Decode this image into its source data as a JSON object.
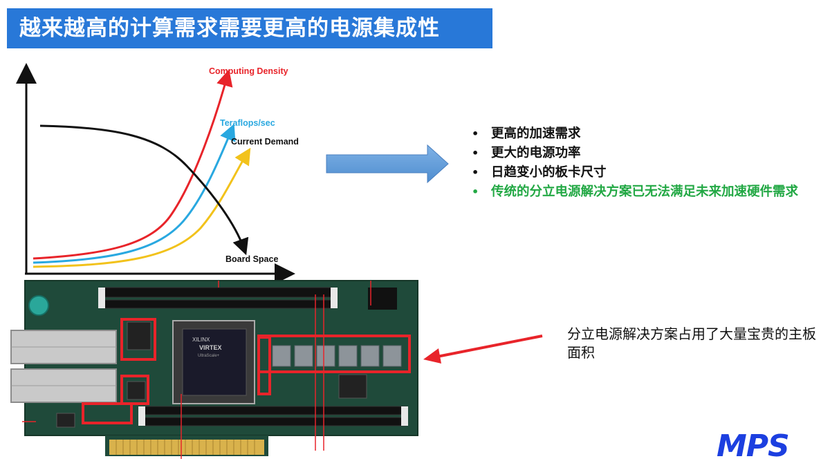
{
  "slide": {
    "title": "越来越高的计算需求需要更高的电源集成性"
  },
  "diagram": {
    "curves": [
      {
        "label": "Computing Density",
        "color": "#e8242a"
      },
      {
        "label": "Teraflops/sec",
        "color": "#29a8e0"
      },
      {
        "label": "Current Demand",
        "color": "#f2c21b"
      },
      {
        "label": "Board Space",
        "color": "#111111"
      }
    ]
  },
  "bullets": [
    {
      "marker": "•",
      "text": "更高的加速需求",
      "color": "#111111"
    },
    {
      "marker": "•",
      "text": "更大的电源功率",
      "color": "#111111"
    },
    {
      "marker": "•",
      "text": "日趋变小的板卡尺寸",
      "color": "#111111"
    },
    {
      "marker": "•",
      "text": "传统的分立电源解决方案已无法满足未来加速硬件需求",
      "color": "#22a844"
    }
  ],
  "board": {
    "chip_label_1": "XILINX",
    "chip_label_2": "VIRTEX",
    "chip_label_3": "UltraScale+"
  },
  "annotation": {
    "text": "分立电源解决方案占用了大量宝贵的主板面积"
  },
  "logo": {
    "text": "MPS",
    "color": "#1c3fe0"
  },
  "colors": {
    "title_bar": "#2878d8",
    "arrow_blue": "#5b9bd5",
    "highlight_red": "#e8242a",
    "pcb_green": "#1f4a3a"
  }
}
